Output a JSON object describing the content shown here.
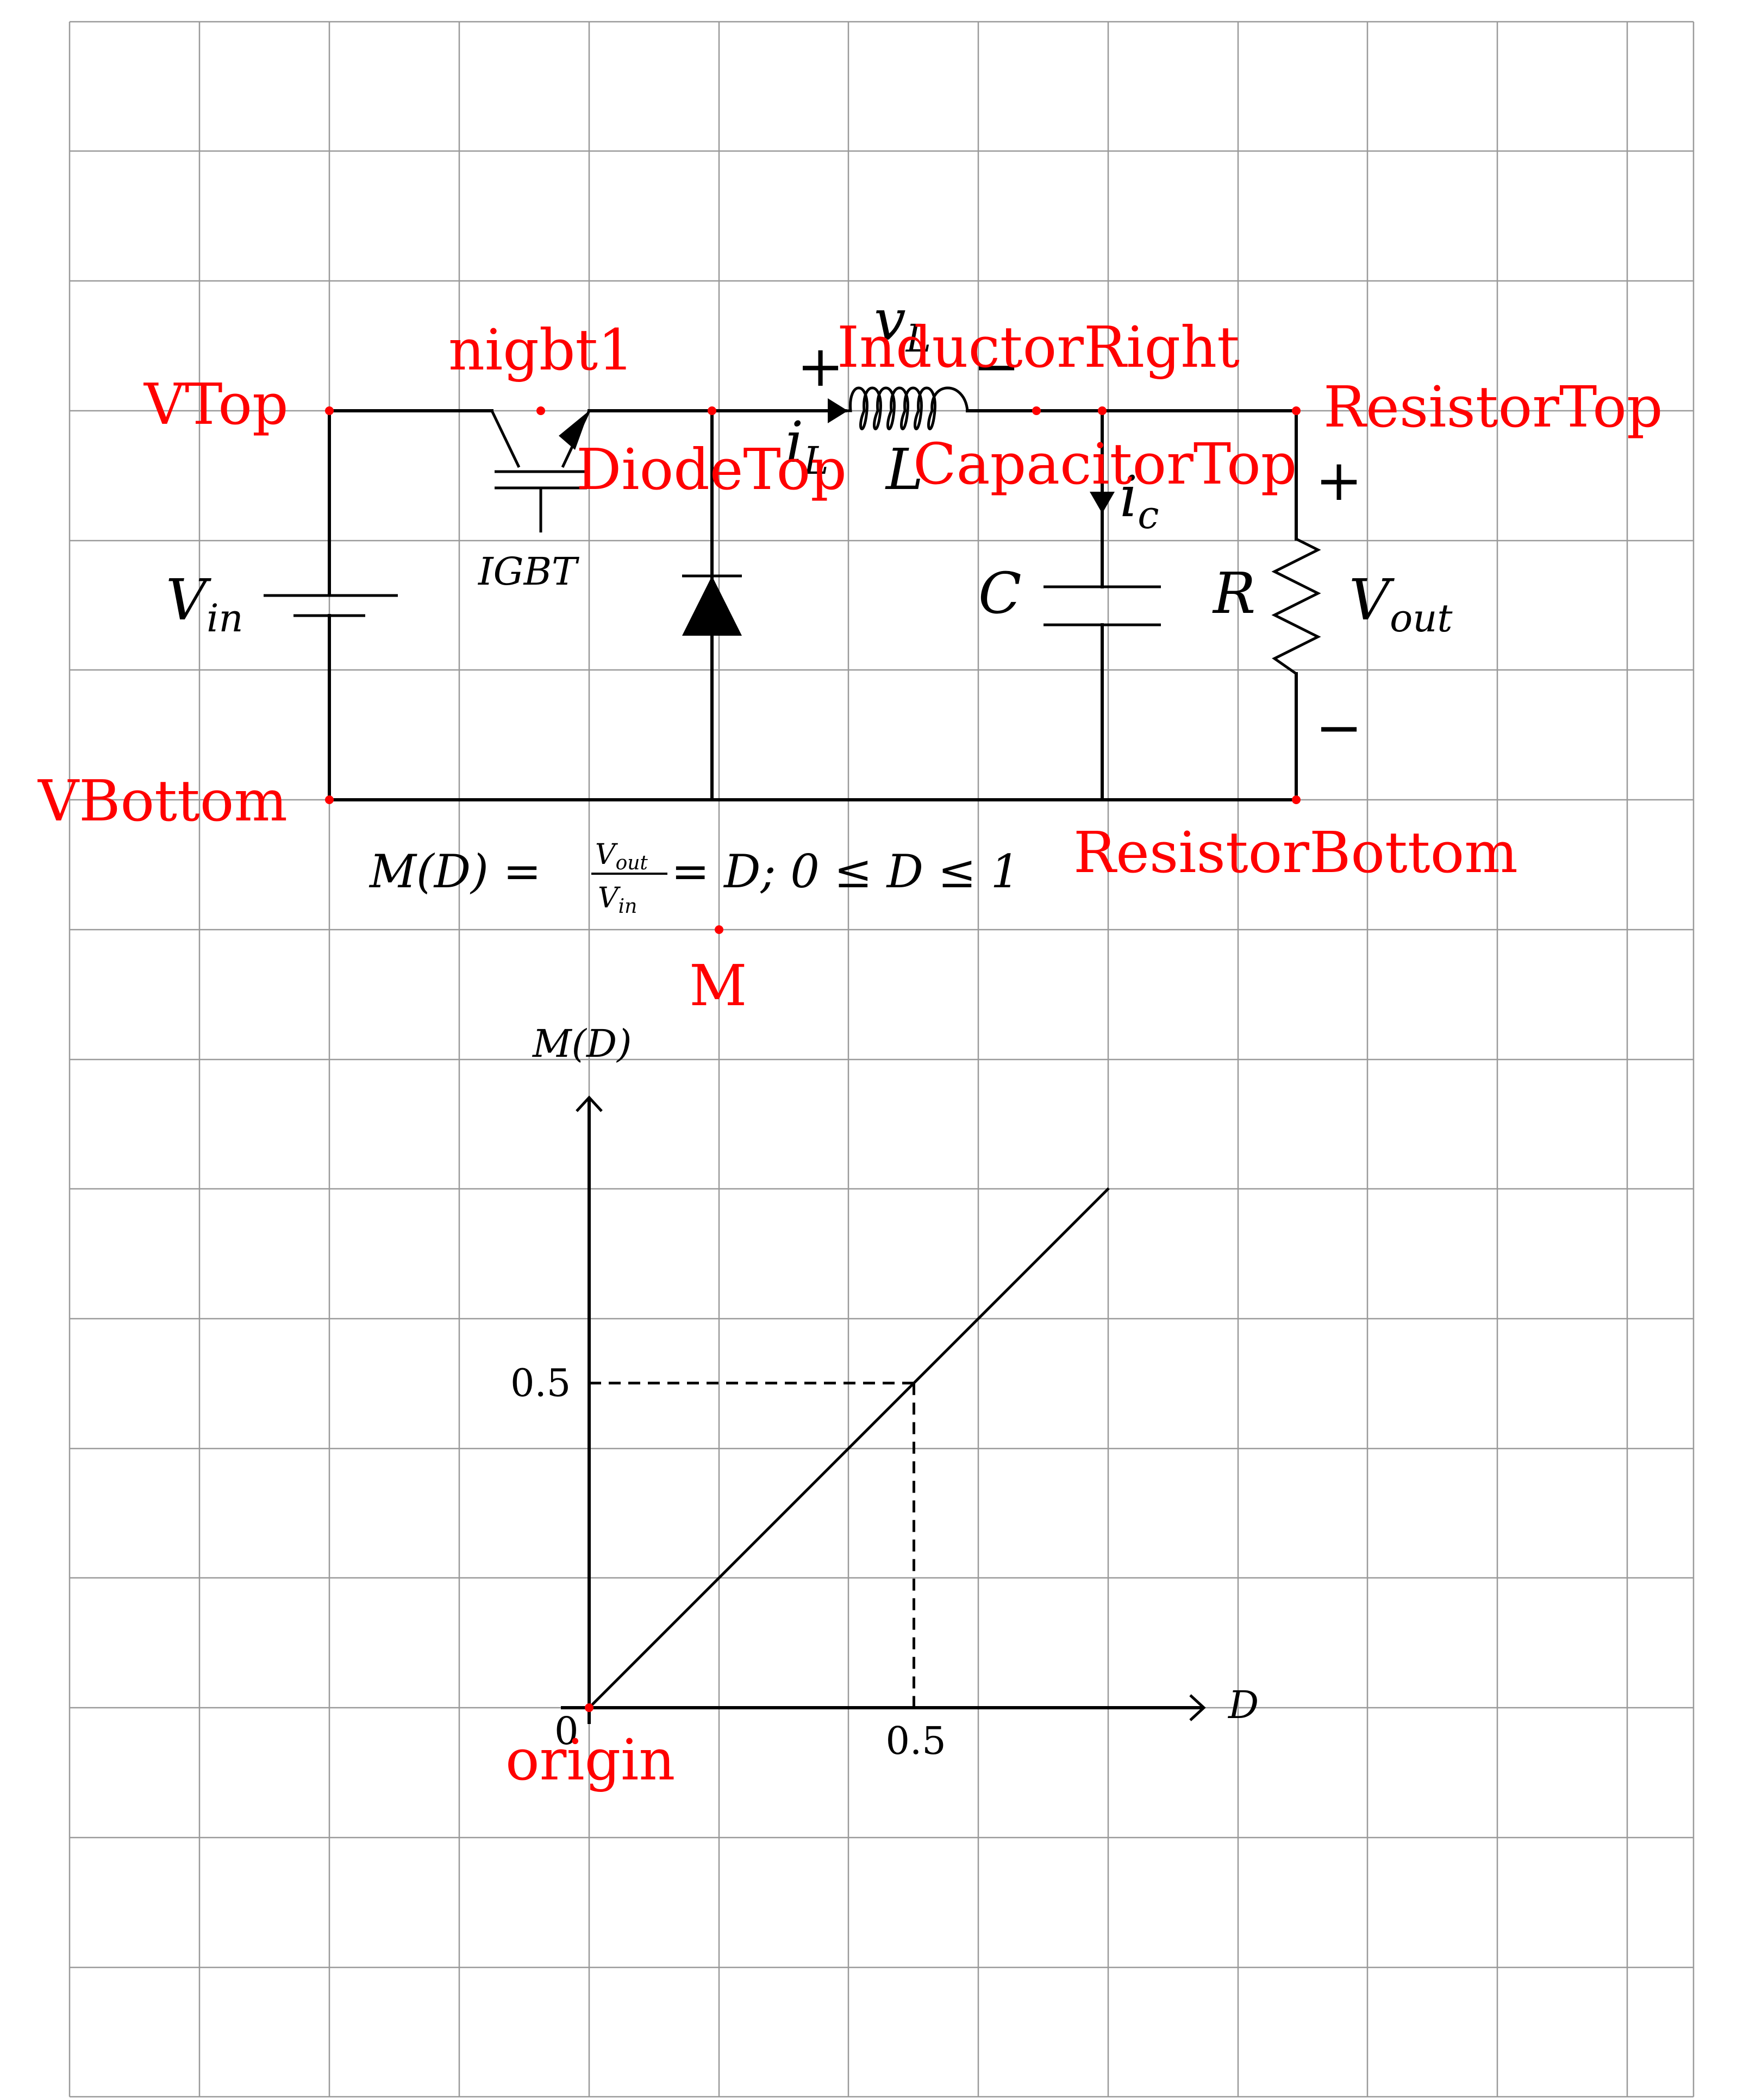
{
  "circuit": {
    "node_labels": {
      "vtop": "VTop",
      "vbottom": "VBottom",
      "nigbt1": "nigbt1",
      "diodetop": "DiodeTop",
      "inductorright": "InductorRight",
      "capacitortop": "CapacitorTop",
      "resistortop": "ResistorTop",
      "resistorbottom": "ResistorBottom",
      "m": "M",
      "origin": "origin"
    },
    "components": {
      "vin": "V",
      "vin_sub": "in",
      "igbt": "IGBT",
      "inductor": "L",
      "vl": "v",
      "vl_sub": "L",
      "il": "i",
      "il_sub": "L",
      "vl_plus": "+",
      "vl_minus": "−",
      "capacitor": "C",
      "ic": "i",
      "ic_sub": "c",
      "resistor": "R",
      "vout": "V",
      "vout_sub": "out",
      "vout_plus": "+",
      "vout_minus": "−"
    },
    "equation": {
      "lhs": "M(D) = ",
      "frac_num": "V",
      "frac_num_sub": "out",
      "frac_den": "V",
      "frac_den_sub": "in",
      "rhs": " = D; 0 ≤ D ≤ 1"
    }
  },
  "plot": {
    "ylabel": "M(D)",
    "xlabel": "D",
    "origin_tick": "0",
    "x_tick": "0.5",
    "y_tick": "0.5"
  },
  "chart_data": {
    "type": "line",
    "title": "",
    "xlabel": "D",
    "ylabel": "M(D)",
    "series": [
      {
        "x": [
          0,
          0.8
        ],
        "y": [
          0,
          0.8
        ]
      }
    ],
    "marked_point": {
      "x": 0.5,
      "y": 0.5
    },
    "xticks": [
      "0",
      "0.5"
    ],
    "yticks": [
      "0.5"
    ],
    "grid": true
  },
  "colors": {
    "annotation": "#ff0000",
    "grid": "#9a9a9a",
    "ink": "#000000"
  }
}
